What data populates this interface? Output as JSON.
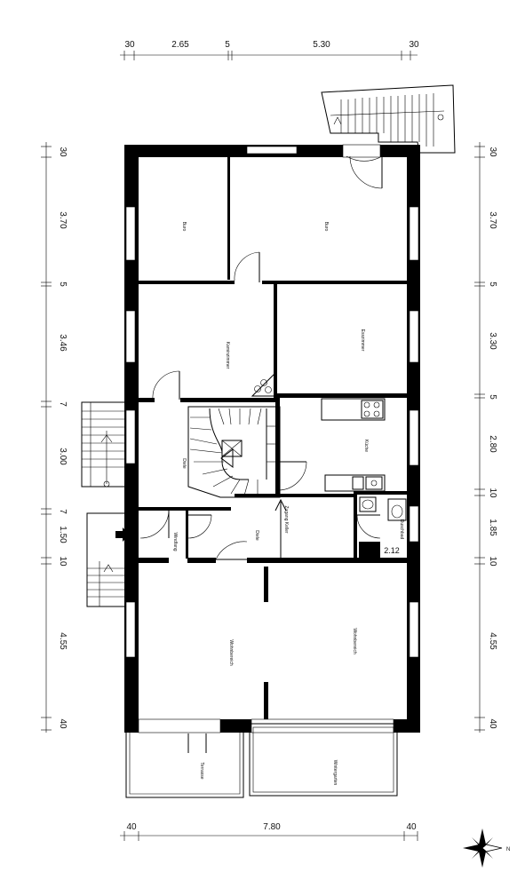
{
  "dimensions": {
    "top": [
      "30",
      "2.65",
      "5",
      "5.30",
      "30"
    ],
    "left": [
      "30",
      "3.70",
      "5",
      "3.46",
      "7",
      "3.00",
      "7",
      "1.50",
      "10",
      "4.55",
      "40"
    ],
    "right": [
      "30",
      "3.70",
      "5",
      "3.30",
      "5",
      "2.80",
      "10",
      "1.85",
      "10",
      "4.55",
      "40"
    ],
    "bottom": [
      "40",
      "7.80",
      "40"
    ]
  },
  "rooms": {
    "buro_left": "Buro",
    "buro_right": "Buro",
    "kaminzimmer": "Kaminzimmer",
    "esszimmer": "Esszimmer",
    "diele_upper": "Diele",
    "kuche": "Küche",
    "windfang": "Windfang",
    "diele_lower": "Diele",
    "zugang_keller": "Zugang Keller",
    "duschbad": "Duschbad",
    "duschbad_area": "2.12",
    "wohnbereich_left": "Wohnbereich",
    "wohnbereich_right": "Wohnbereich",
    "terrasse": "Terrasse",
    "wintergarten": "Wintergarten"
  },
  "compass": {
    "north_label": "N"
  }
}
